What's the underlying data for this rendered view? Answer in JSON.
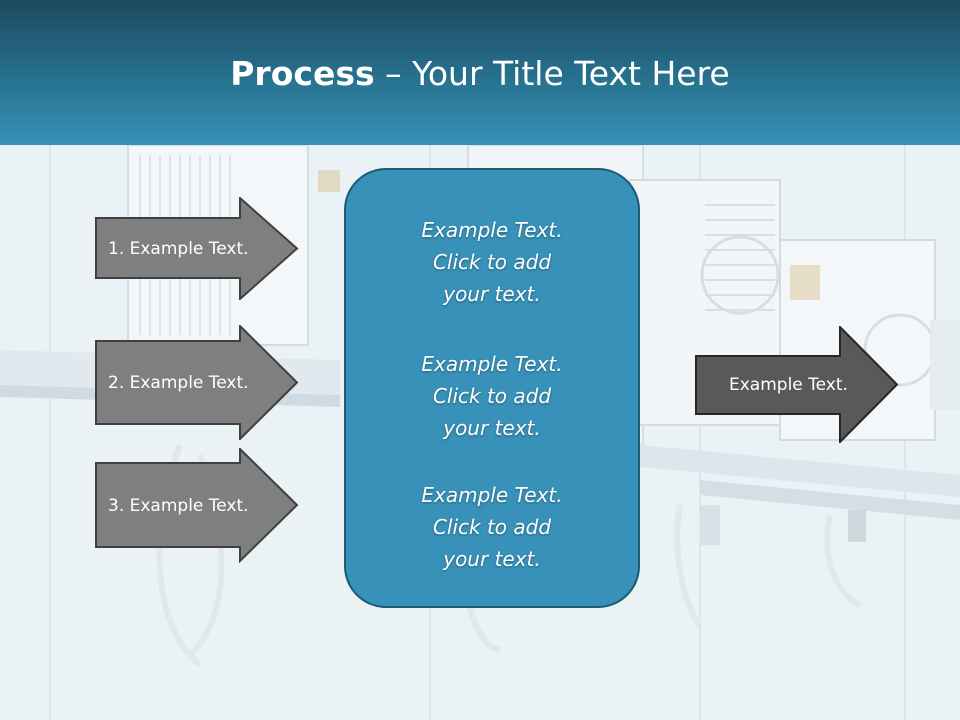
{
  "header": {
    "title_bold": "Process",
    "title_rest": " – Your Title Text Here"
  },
  "left_steps": [
    {
      "label": "1. Example Text."
    },
    {
      "label": "2. Example Text."
    },
    {
      "label": "3. Example Text."
    }
  ],
  "center_box": {
    "blocks": [
      {
        "line1": "Example Text.",
        "line2": "Click  to add",
        "line3": "your text."
      },
      {
        "line1": "Example Text.",
        "line2": "Click  to add",
        "line3": "your text."
      },
      {
        "line1": "Example Text.",
        "line2": "Click  to add",
        "line3": "your text."
      }
    ]
  },
  "right_step": {
    "label": "Example Text."
  },
  "colors": {
    "header_dark": "#1d4a60",
    "header_light": "#3891b7",
    "center_box": "#3891b8",
    "left_arrow": "#7f7f7f",
    "right_arrow": "#595959"
  }
}
